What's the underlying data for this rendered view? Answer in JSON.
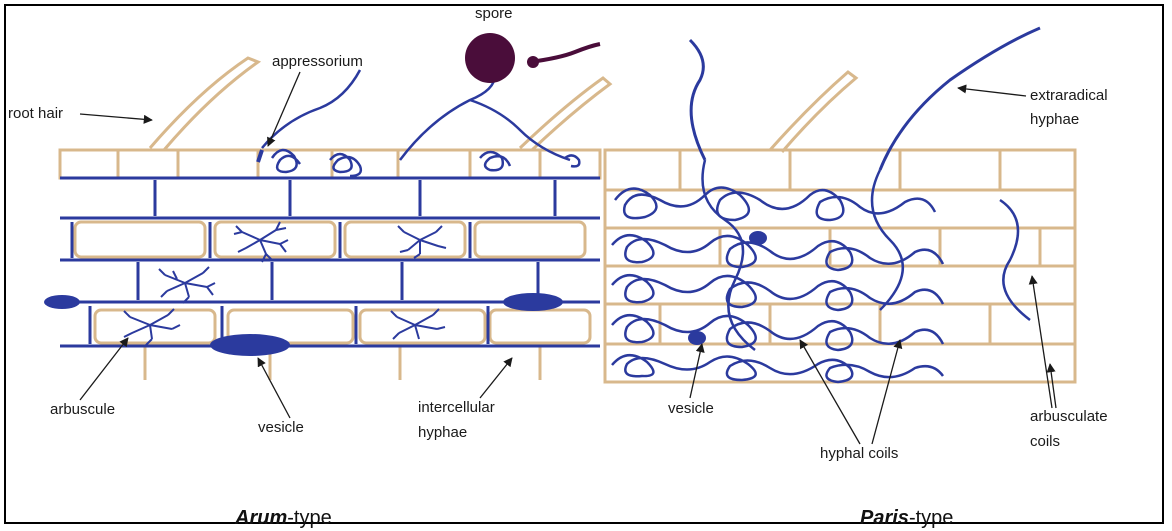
{
  "labels": {
    "spore": "spore",
    "appressorium": "appressorium",
    "root_hair": "root hair",
    "extraradical_1": "extraradical",
    "extraradical_2": "hyphae",
    "arbuscule": "arbuscule",
    "vesicle_left": "vesicle",
    "intercellular_1": "intercellular",
    "intercellular_2": "hyphae",
    "vesicle_right": "vesicle",
    "hyphal_coils": "hyphal coils",
    "arbusculate_1": "arbusculate",
    "arbusculate_2": "coils"
  },
  "titles": {
    "arum_italic": "Arum",
    "arum_suffix": "-type",
    "paris_italic": "Paris",
    "paris_suffix": "-type"
  },
  "colors": {
    "hyphae": "#2b3a9e",
    "cell_wall": "#d8b88c",
    "spore": "#4a0d3a",
    "frame": "#000000"
  }
}
